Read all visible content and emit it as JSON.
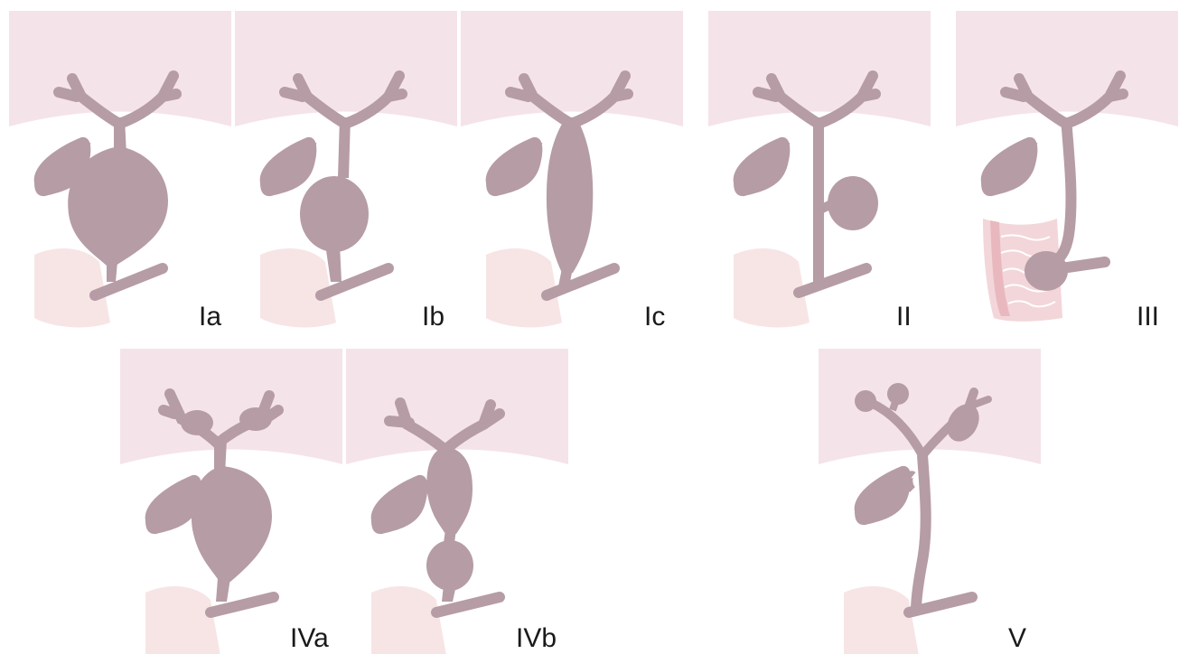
{
  "panels": [
    {
      "id": "Ia",
      "label": "Ia"
    },
    {
      "id": "Ib",
      "label": "Ib"
    },
    {
      "id": "Ic",
      "label": "Ic"
    },
    {
      "id": "II",
      "label": "II"
    },
    {
      "id": "III",
      "label": "III"
    },
    {
      "id": "IVa",
      "label": "IVa"
    },
    {
      "id": "IVb",
      "label": "IVb"
    },
    {
      "id": "V",
      "label": "V"
    }
  ],
  "colors": {
    "liver": "#f5e3ea",
    "duct": "#b69ca4",
    "duodenum": "#f7e5e6",
    "duodenum_wall": "#e9b8bf",
    "mucosa": "#f3d6d9",
    "text": "#1a1a1a"
  }
}
